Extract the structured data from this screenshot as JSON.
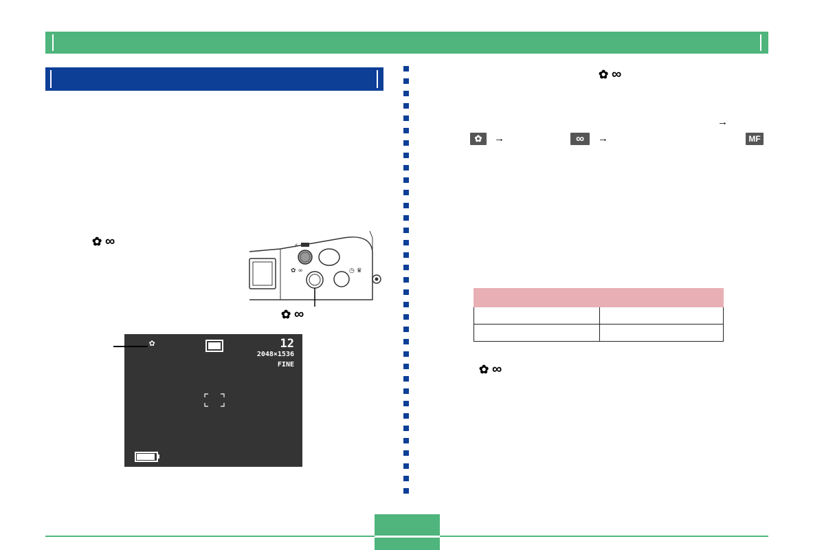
{
  "symbols": {
    "macro": "✿",
    "infinity": "∞",
    "arrow": "→",
    "manual_focus": "MF"
  },
  "camera_diagram": {
    "button_label_macro": "✿",
    "button_label_infinity": "∞"
  },
  "monitor": {
    "shots_remaining": "12",
    "resolution": "2048×1536",
    "quality": "FINE"
  },
  "focus_table": {
    "rows": [
      [
        "",
        ""
      ],
      [
        "",
        ""
      ],
      [
        "",
        ""
      ]
    ]
  },
  "colors": {
    "header_green": "#4fb57c",
    "section_blue": "#0d3f97",
    "table_header_pink": "#e8b0b4",
    "monitor_bg": "#343434"
  }
}
